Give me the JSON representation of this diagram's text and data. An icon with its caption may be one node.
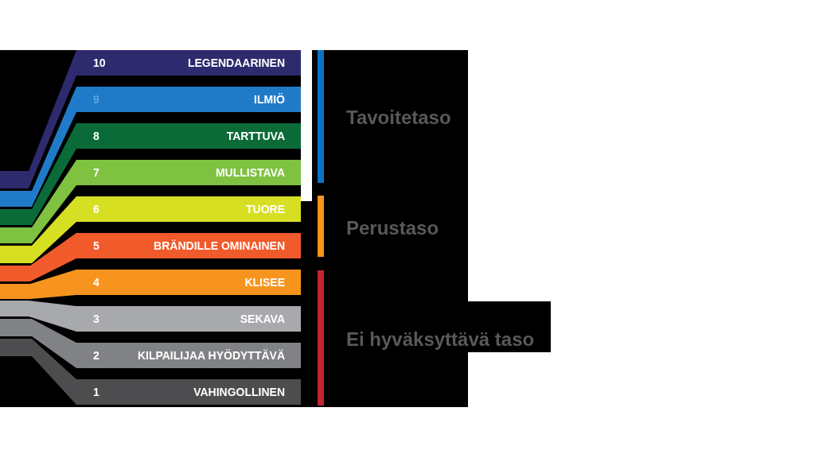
{
  "diagram": {
    "nodes": [
      {
        "text": [
          "10",
          "LEGENDAARINEN"
        ]
      },
      {
        "text": [
          "9",
          "ILMIÖ"
        ]
      },
      {
        "text": [
          "8",
          "TARTTUVA"
        ]
      },
      {
        "text": [
          "7",
          "MULLISTAVA"
        ]
      },
      {
        "text": [
          "6",
          "TUORE"
        ]
      },
      {
        "text": [
          "5",
          "BRÄNDILLE OMINAINEN"
        ]
      },
      {
        "text": [
          "4",
          "KLISEE"
        ]
      },
      {
        "text": [
          "3",
          "SEKAVA"
        ]
      },
      {
        "text": [
          "2",
          "KILPAILIJAA HYÖDYTTÄVÄ"
        ]
      },
      {
        "text": [
          "1",
          "VAHINGOLLINEN"
        ]
      }
    ],
    "labels": [
      "Tavoitetaso",
      "Perustaso",
      "Ei hyväksyttävä taso"
    ]
  }
}
